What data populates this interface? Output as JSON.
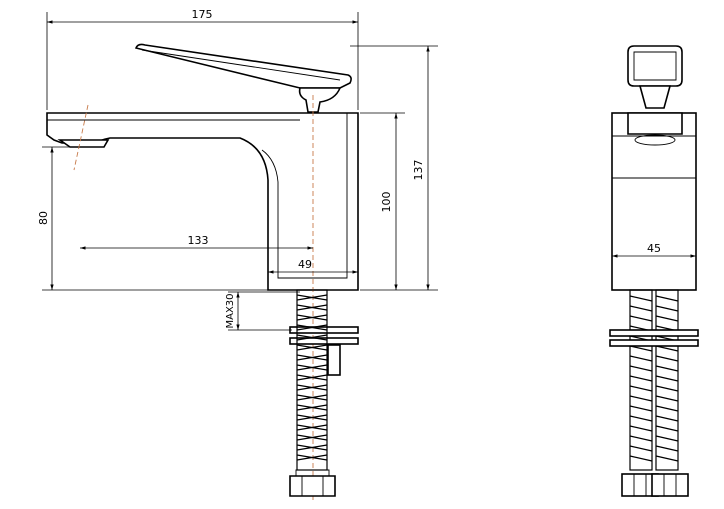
{
  "dimensions": {
    "overall_length": "175",
    "overall_height": "137",
    "body_height": "100",
    "spout_height": "80",
    "spout_reach": "133",
    "body_width_side": "49",
    "max_thickness": "MAX30",
    "front_width": "45"
  },
  "colors": {
    "line": "#000000",
    "axis": "#c77a4a",
    "background": "#ffffff"
  }
}
